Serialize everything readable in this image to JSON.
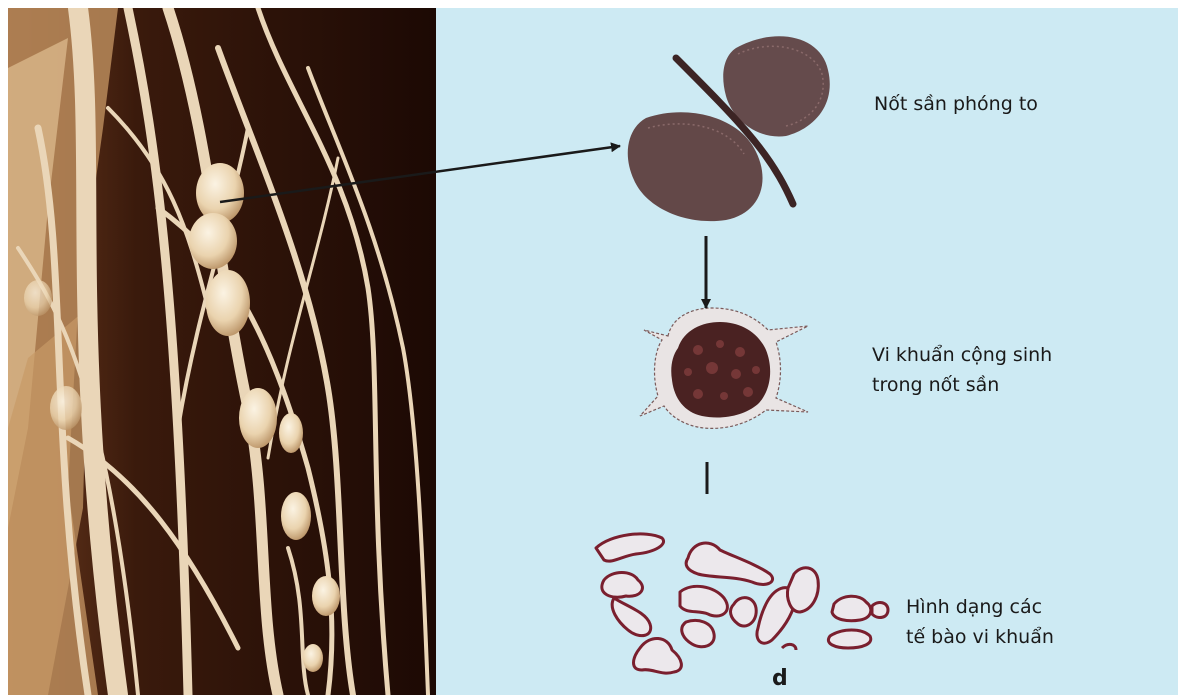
{
  "colors": {
    "diagram_background": "#cdeaf3",
    "photo_background": "#2a1208",
    "root_color": "#e8d2b4",
    "nodule_stain": "#5a2e2e",
    "cell_outline": "#7a1f2e",
    "arrow": "#1a1a1a",
    "text": "#1a1a1a"
  },
  "labels": {
    "enlarged_nodule": "Nốt sần phóng to",
    "symbiotic_bacteria_line1": "Vi khuẩn cộng sinh",
    "symbiotic_bacteria_line2": "trong nốt sần",
    "bacteria_cells_line1": "Hình dạng các",
    "bacteria_cells_line2": "tế bào vi khuẩn",
    "panel_mark": "d"
  }
}
